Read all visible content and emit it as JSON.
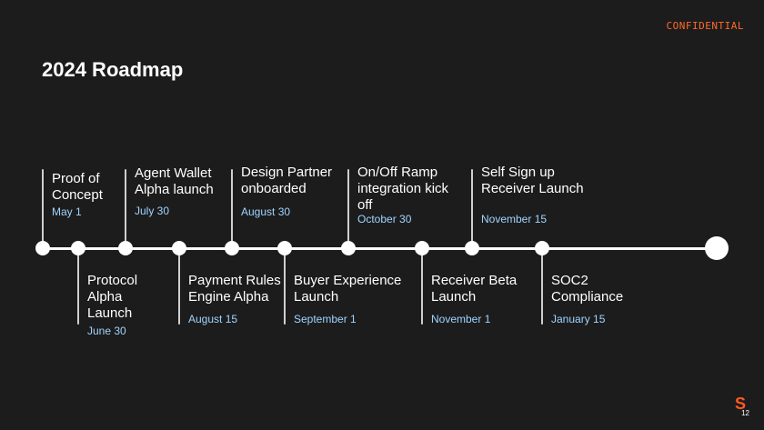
{
  "header": {
    "confidential": "CONFIDENTIAL",
    "title": "2024 Roadmap"
  },
  "milestones_above": [
    {
      "label_lines": [
        "Proof of",
        "Concept"
      ],
      "date": "May 1"
    },
    {
      "label_lines": [
        "Agent Wallet",
        "Alpha launch"
      ],
      "date": "July 30"
    },
    {
      "label_lines": [
        "Design Partner",
        "onboarded"
      ],
      "date": "August 30"
    },
    {
      "label_lines": [
        "On/Off Ramp",
        "integration kick",
        "off"
      ],
      "date": "October 30"
    },
    {
      "label_lines": [
        "Self Sign up",
        "Receiver Launch"
      ],
      "date": "November 15"
    }
  ],
  "milestones_below": [
    {
      "label_lines": [
        "Protocol",
        "Alpha",
        "Launch"
      ],
      "date": "June 30"
    },
    {
      "label_lines": [
        "Payment Rules",
        "Engine Alpha"
      ],
      "date": "August 15"
    },
    {
      "label_lines": [
        "Buyer Experience",
        "Launch"
      ],
      "date": "September 1"
    },
    {
      "label_lines": [
        "Receiver Beta",
        "Launch"
      ],
      "date": "November 1"
    },
    {
      "label_lines": [
        "SOC2",
        "Compliance"
      ],
      "date": "January 15"
    }
  ],
  "logo": {
    "letter": "S",
    "number": "12"
  },
  "colors": {
    "background": "#1c1c1c",
    "accent": "#ff6a2b",
    "date": "#9fd4ff"
  }
}
